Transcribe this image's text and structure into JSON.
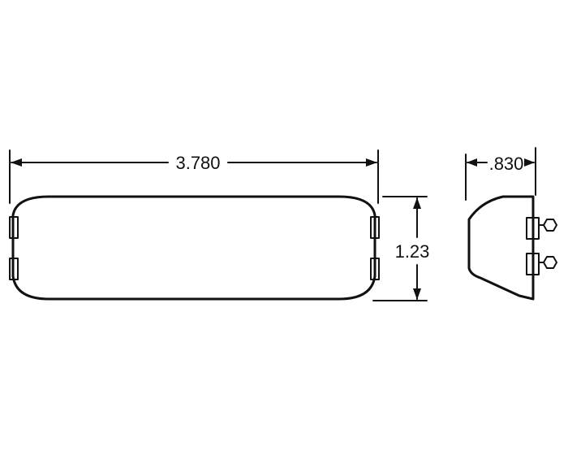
{
  "drawing": {
    "front_view": {
      "width_label": "3.780",
      "height_label": "1.23"
    },
    "side_view": {
      "depth_label": ".830"
    }
  },
  "colors": {
    "line": "#111111",
    "background": "#ffffff"
  }
}
